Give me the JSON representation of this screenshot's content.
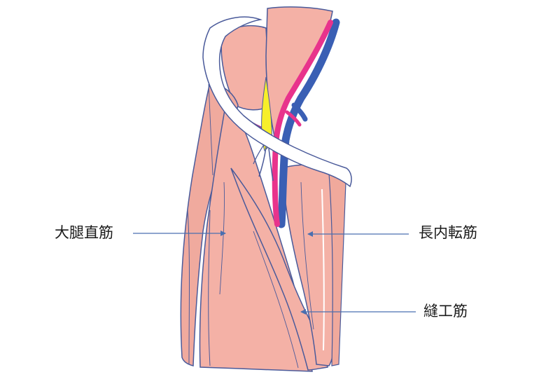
{
  "labels": {
    "rectus_femoris": "大腿直筋",
    "adductor_longus": "長内転筋",
    "sartorius": "縫工筋"
  },
  "colors": {
    "muscle_fill": "#f4b1a6",
    "muscle_outline": "#4a5a9a",
    "nerve": "#f7ef2a",
    "artery": "#e8338c",
    "vein": "#3a5fb4",
    "ligament": "#ffffff",
    "pointer": "#4a6fb0",
    "text": "#1a1a1a"
  }
}
